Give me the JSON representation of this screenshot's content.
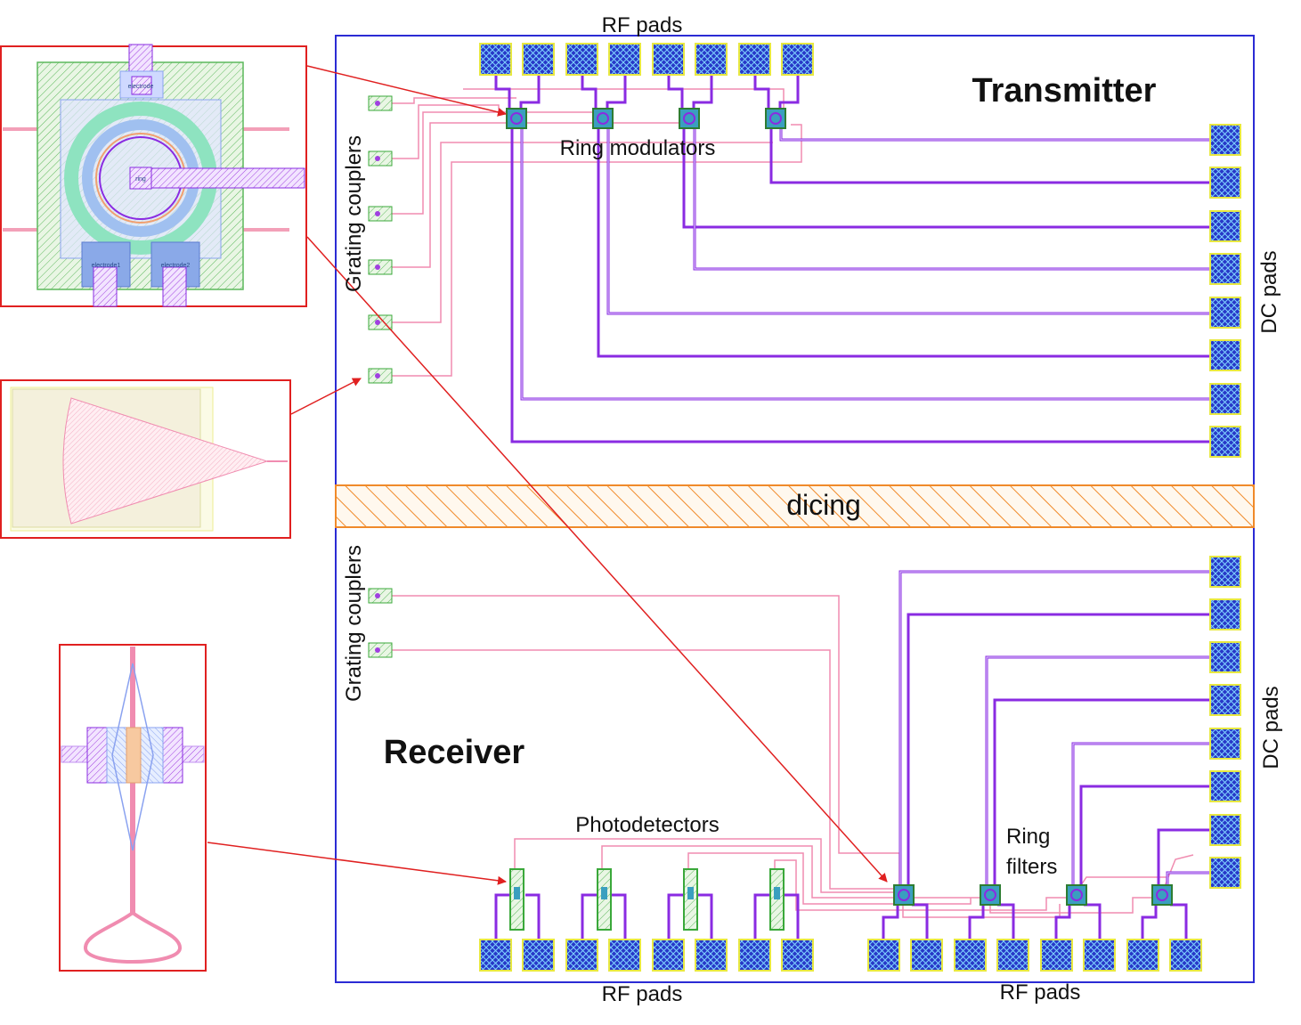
{
  "labels": {
    "rf_pads_top": "RF pads",
    "transmitter": "Transmitter",
    "ring_modulators": "Ring modulators",
    "grating_couplers_top": "Grating couplers",
    "dc_pads_top": "DC pads",
    "dicing": "dicing",
    "grating_couplers_bottom": "Grating couplers",
    "receiver": "Receiver",
    "dc_pads_bottom": "DC pads",
    "photodetectors": "Photodetectors",
    "ring_filters_line1": "Ring",
    "ring_filters_line2": "filters",
    "rf_pads_bottom_left": "RF pads",
    "rf_pads_bottom_right": "RF pads"
  },
  "insets": {
    "ring_electrode_top": "electrode",
    "ring_center": "ring",
    "ring_electrode1": "electrode1",
    "ring_electrode2": "electrode2"
  },
  "colors": {
    "chip_outline": "#2b2bd4",
    "waveguide": "#f08cb0",
    "metal": "#8a2be2",
    "pad_fill": "#2838c8",
    "pad_border": "#e8e840",
    "dicing": "#f08a2a",
    "inset_border": "#e02020",
    "arrow": "#e02020"
  },
  "counts": {
    "tx_rf_pads": 8,
    "tx_ring_modulators": 4,
    "tx_grating_couplers": 6,
    "tx_dc_pads": 8,
    "rx_grating_couplers": 2,
    "rx_photodetectors": 4,
    "rx_ring_filters": 4,
    "rx_dc_pads": 8,
    "rx_rf_pads": 16
  }
}
